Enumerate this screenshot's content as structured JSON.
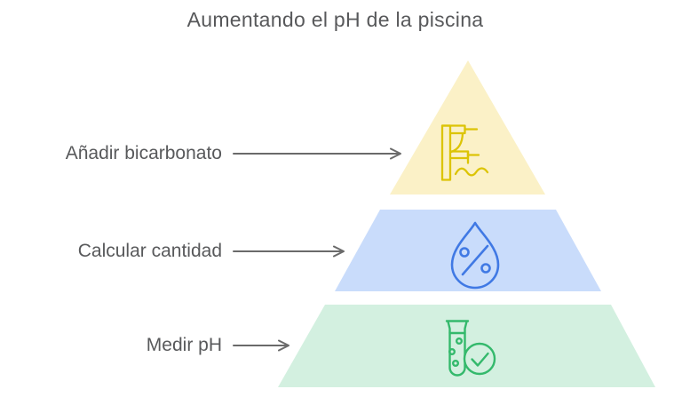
{
  "title": "Aumentando el pH de la piscina",
  "levels": [
    {
      "label": "Añadir bicarbonato",
      "icon": "diving-board-icon",
      "color": "#FBF1C7",
      "icon_color": "#DCC405"
    },
    {
      "label": "Calcular cantidad",
      "icon": "water-drop-percent-icon",
      "color": "#C9DCFB",
      "icon_color": "#4079E4"
    },
    {
      "label": "Medir pH",
      "icon": "test-tube-check-icon",
      "color": "#D3F0E0",
      "icon_color": "#34B96C"
    }
  ],
  "arrow_color": "#6A6A6A",
  "text_color": "#58595B",
  "background_color": "#FFFFFF"
}
